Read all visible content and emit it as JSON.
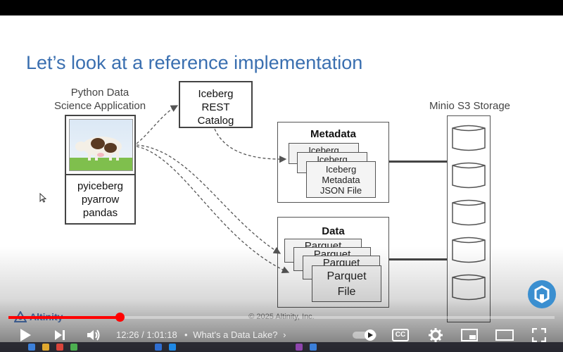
{
  "slide": {
    "title": "Let’s look at a reference implementation",
    "app_caption_line1": "Python Data",
    "app_caption_line2": "Science Application",
    "app_libs": [
      "pyiceberg",
      "pyarrow",
      "pandas"
    ],
    "catalog_lines": [
      "Iceberg",
      "REST",
      "Catalog"
    ],
    "storage_label": "Minio S3 Storage",
    "metadata_heading": "Metadata",
    "metadata_docs": [
      {
        "text": "Iceberg"
      },
      {
        "text": "Iceberg"
      },
      {
        "text": "Iceberg\nMetadata\nJSON File"
      }
    ],
    "data_heading": "Data",
    "data_docs": [
      {
        "text": "Parquet"
      },
      {
        "text": "Parquet"
      },
      {
        "text": "Parquet"
      },
      {
        "text": "Parquet\nFile"
      }
    ],
    "footer_brand": "Altinity",
    "copyright": "© 2025 Altinity, Inc."
  },
  "player": {
    "current_time": "12:26",
    "duration": "1:01:18",
    "time_display": "12:26 / 1:01:18",
    "chapter_prefix": "•",
    "chapter_title": "What's a Data Lake?",
    "progress_fraction": 0.203,
    "icons": {
      "play": "play-icon",
      "next": "next-icon",
      "volume": "volume-icon",
      "autoplay": "autoplay-toggle-icon",
      "captions": "cc-icon",
      "settings": "gear-icon",
      "miniplayer": "miniplayer-icon",
      "theater": "theater-icon",
      "fullscreen": "fullscreen-icon"
    },
    "captions_label": "CC",
    "accent_color": "#ff0000"
  }
}
